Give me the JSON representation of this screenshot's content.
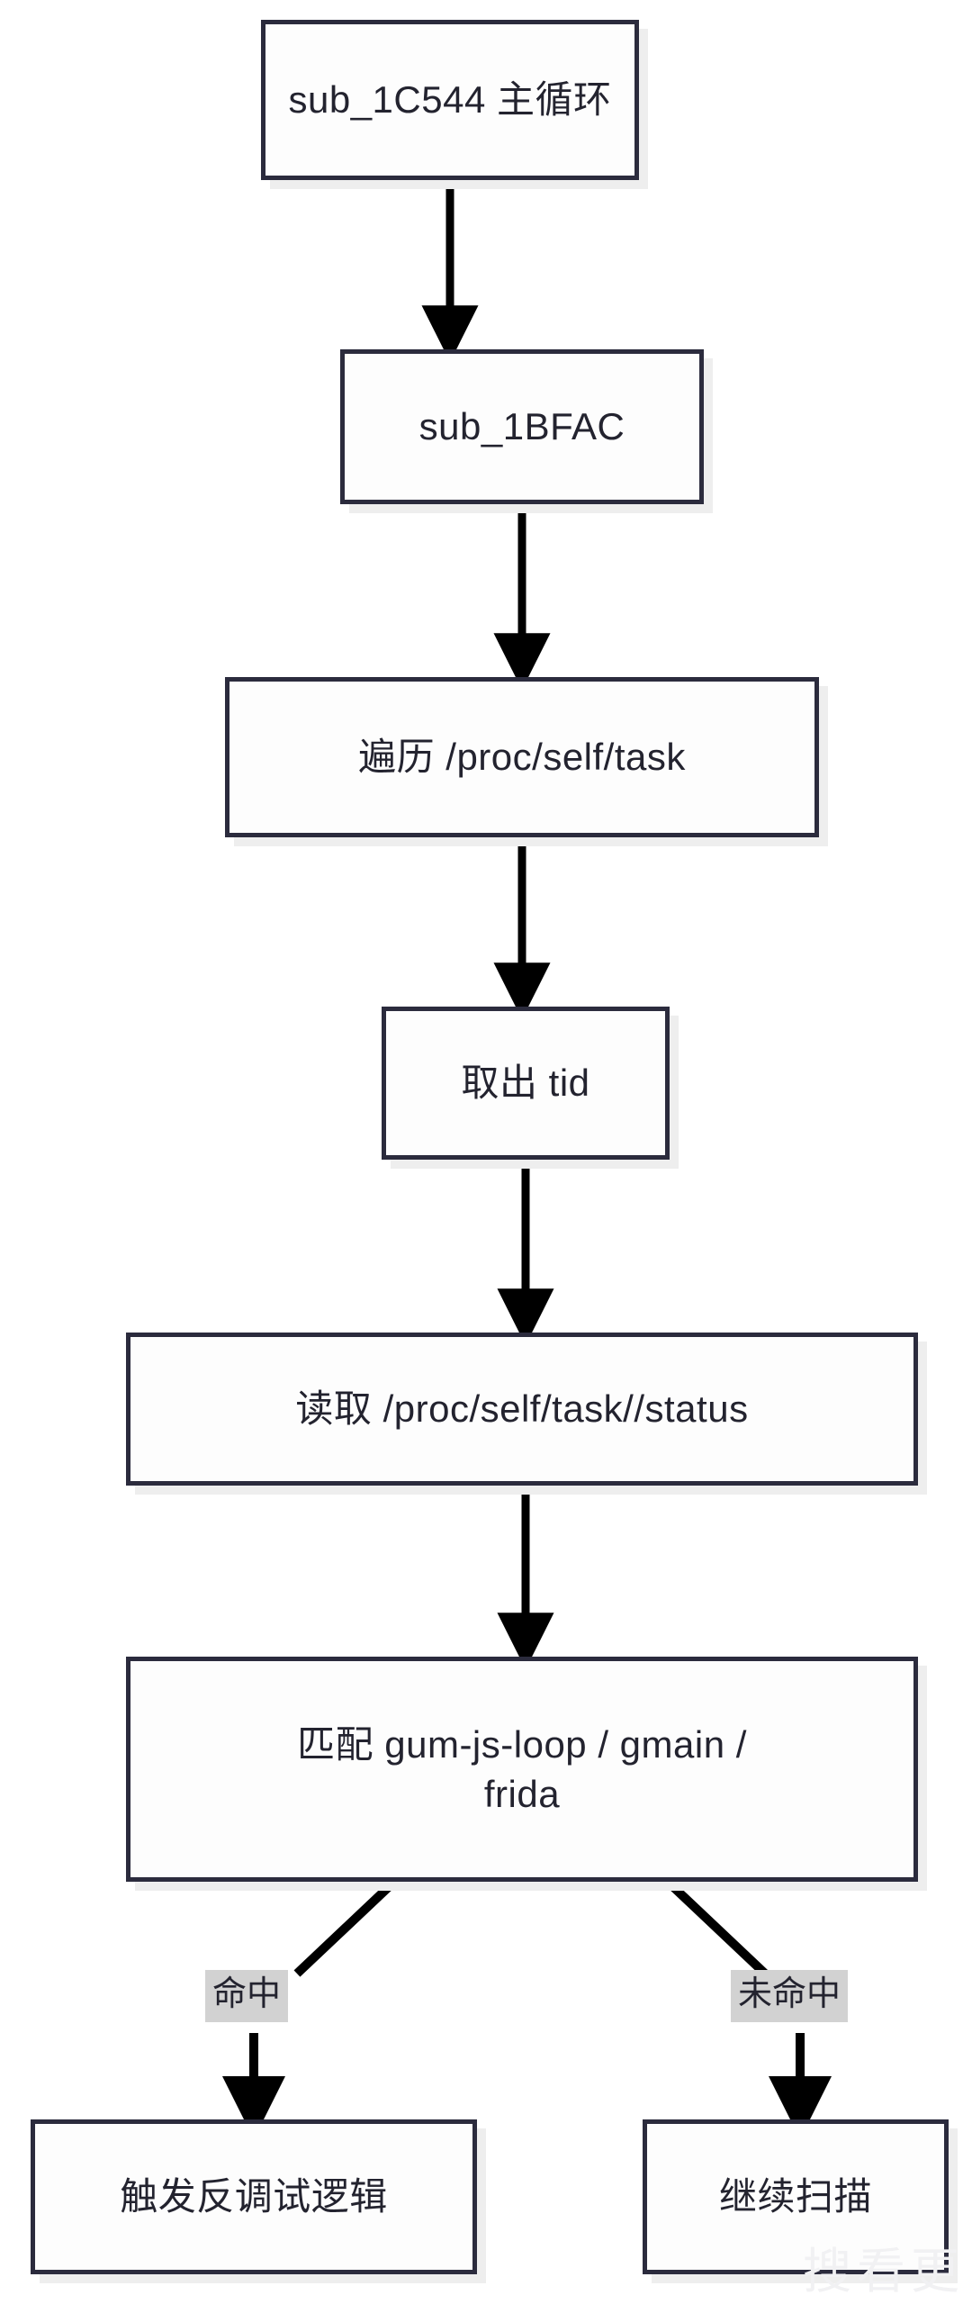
{
  "diagram": {
    "title_node_id": "n1",
    "colors": {
      "node_border": "#2b2b3d",
      "node_fill": "#fdfdfd",
      "node_shadow": "#eeeeee",
      "text": "#23232f",
      "arrow": "#000000",
      "edge_label_bg": "#d2d2d2",
      "page_bg": "#ffffff",
      "watermark": "#f1f1f3"
    },
    "nodes": [
      {
        "id": "n1",
        "label": "sub_1C544 主循环"
      },
      {
        "id": "n2",
        "label": "sub_1BFAC"
      },
      {
        "id": "n3",
        "label": "遍历 /proc/self/task"
      },
      {
        "id": "n4",
        "label": "取出 tid"
      },
      {
        "id": "n5",
        "label": "读取 /proc/self/task//status"
      },
      {
        "id": "n6",
        "label": "匹配 gum-js-loop / gmain /\nfrida"
      },
      {
        "id": "n7",
        "label": "触发反调试逻辑"
      },
      {
        "id": "n8",
        "label": "继续扫描"
      }
    ],
    "edges": [
      {
        "from": "n1",
        "to": "n2",
        "label": ""
      },
      {
        "from": "n2",
        "to": "n3",
        "label": ""
      },
      {
        "from": "n3",
        "to": "n4",
        "label": ""
      },
      {
        "from": "n4",
        "to": "n5",
        "label": ""
      },
      {
        "from": "n5",
        "to": "n6",
        "label": ""
      },
      {
        "from": "n6",
        "to": "n7",
        "label": "命中"
      },
      {
        "from": "n6",
        "to": "n8",
        "label": "未命中"
      }
    ],
    "edge_labels": {
      "hit": "命中",
      "miss": "未命中"
    },
    "watermark": "搜看更"
  }
}
